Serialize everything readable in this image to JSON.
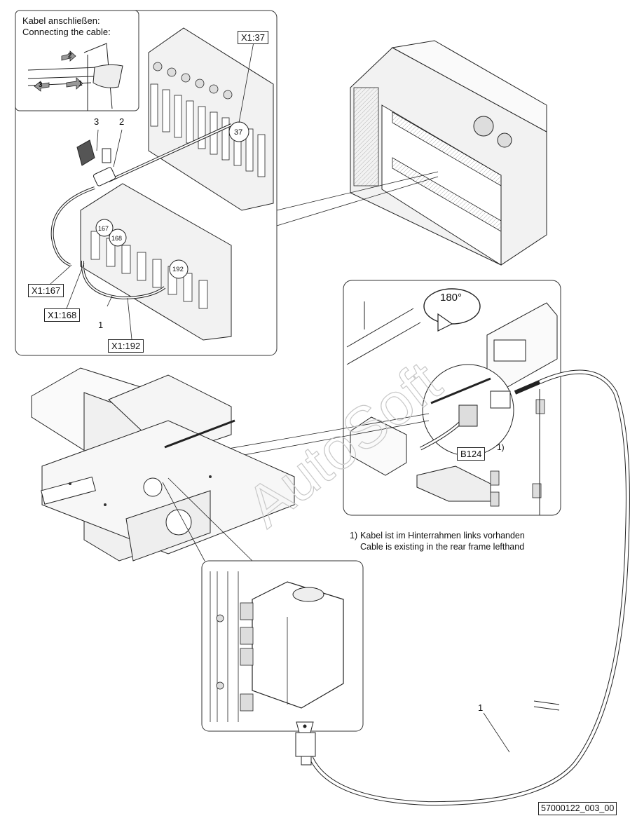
{
  "inset_cable": {
    "title_de": "Kabel anschließen:",
    "title_en": "Connecting the cable:",
    "step_1": "1",
    "step_2": "2",
    "step_3": "3"
  },
  "callouts": {
    "x1_37": "X1:37",
    "x1_167": "X1:167",
    "x1_168": "X1:168",
    "x1_192": "X1:192",
    "b124": "B124",
    "b124_note_ref": "1)",
    "item_1": "1",
    "item_2": "2",
    "item_3": "3",
    "item_1_cable": "1"
  },
  "terminal_numbers": {
    "t37": "37",
    "t167": "167",
    "t168": "168",
    "t192": "192"
  },
  "rotation": "180°",
  "footnote": {
    "marker": "1)",
    "line_de": "Kabel ist im Hinterrahmen links vorhanden",
    "line_en": "Cable is existing in the rear frame lefthand"
  },
  "watermark": "AutoSoft",
  "drawing_number": "57000122_003_00",
  "colors": {
    "line": "#1a1a1a",
    "panel_fill": "#f2f2f2",
    "watermark": "#d9d9d9"
  }
}
